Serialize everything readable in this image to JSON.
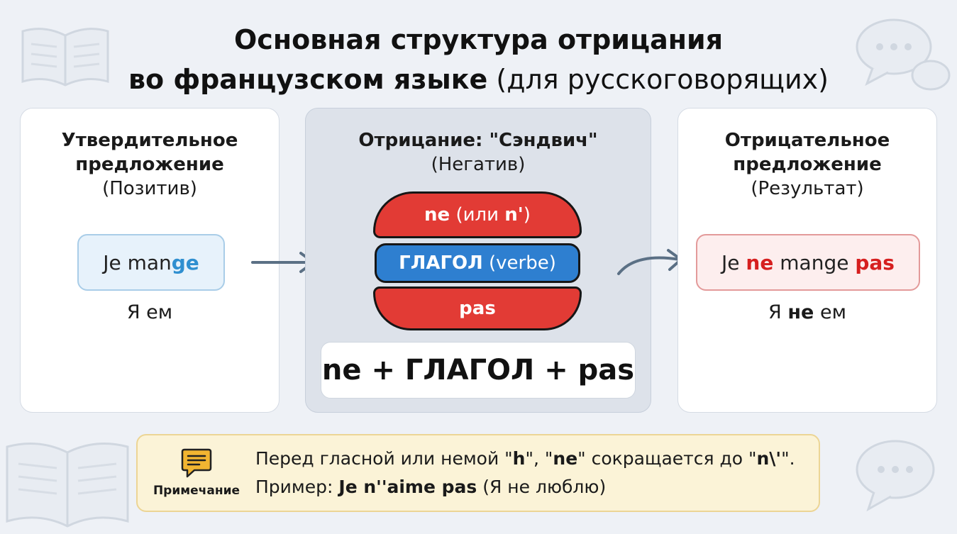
{
  "title": {
    "line1": "Основная структура отрицания",
    "line2_bold": "во французском языке",
    "line2_normal": "(для русскоговорящих)"
  },
  "left_panel": {
    "heading_line1": "Утвердительное",
    "heading_line2": "предложение",
    "subheading": "(Позитив)",
    "example_stem": "Je man",
    "example_ending": "ge",
    "translation": "Я ем"
  },
  "middle_panel": {
    "heading": "Отрицание: \"Сэндвич\"",
    "subheading": "(Негатив)",
    "top_bun_bold": "ne",
    "top_bun_normal": "(или",
    "top_bun_bold2": "n'",
    "top_bun_close": ")",
    "verb_bold": "ГЛАГОЛ",
    "verb_normal": "(verbe)",
    "bottom_bun": "pas",
    "formula": "ne + ГЛАГОЛ + pas"
  },
  "right_panel": {
    "heading_line1": "Отрицательное",
    "heading_line2": "предложение",
    "subheading": "(Результат)",
    "ex_je": "Je",
    "ex_ne": "ne",
    "ex_mange": "mange",
    "ex_pas": "pas",
    "tr_ya": "Я",
    "tr_ne": "не",
    "tr_em": "ем"
  },
  "note": {
    "label": "Примечание",
    "l1_a": "Перед гласной или немой \"",
    "l1_h": "h",
    "l1_b": "\", \"",
    "l1_ne": "ne",
    "l1_c": "\" сокращается до \"",
    "l1_n": "n\\'",
    "l1_d": "\".",
    "l2_a": "Пример:",
    "l2_b": "Je n''aime pas",
    "l2_c": "(Я не люблю)"
  },
  "colors": {
    "accent_red": "#d61f1f",
    "accent_blue": "#2f8fd0",
    "bun_red": "#e23b35",
    "verb_blue": "#2e7fd0",
    "note_bg": "#fbf3d7"
  },
  "icons": [
    "open-book-icon",
    "speech-bubble-icon",
    "arrow-right-icon",
    "curved-arrow-icon",
    "note-message-icon"
  ]
}
